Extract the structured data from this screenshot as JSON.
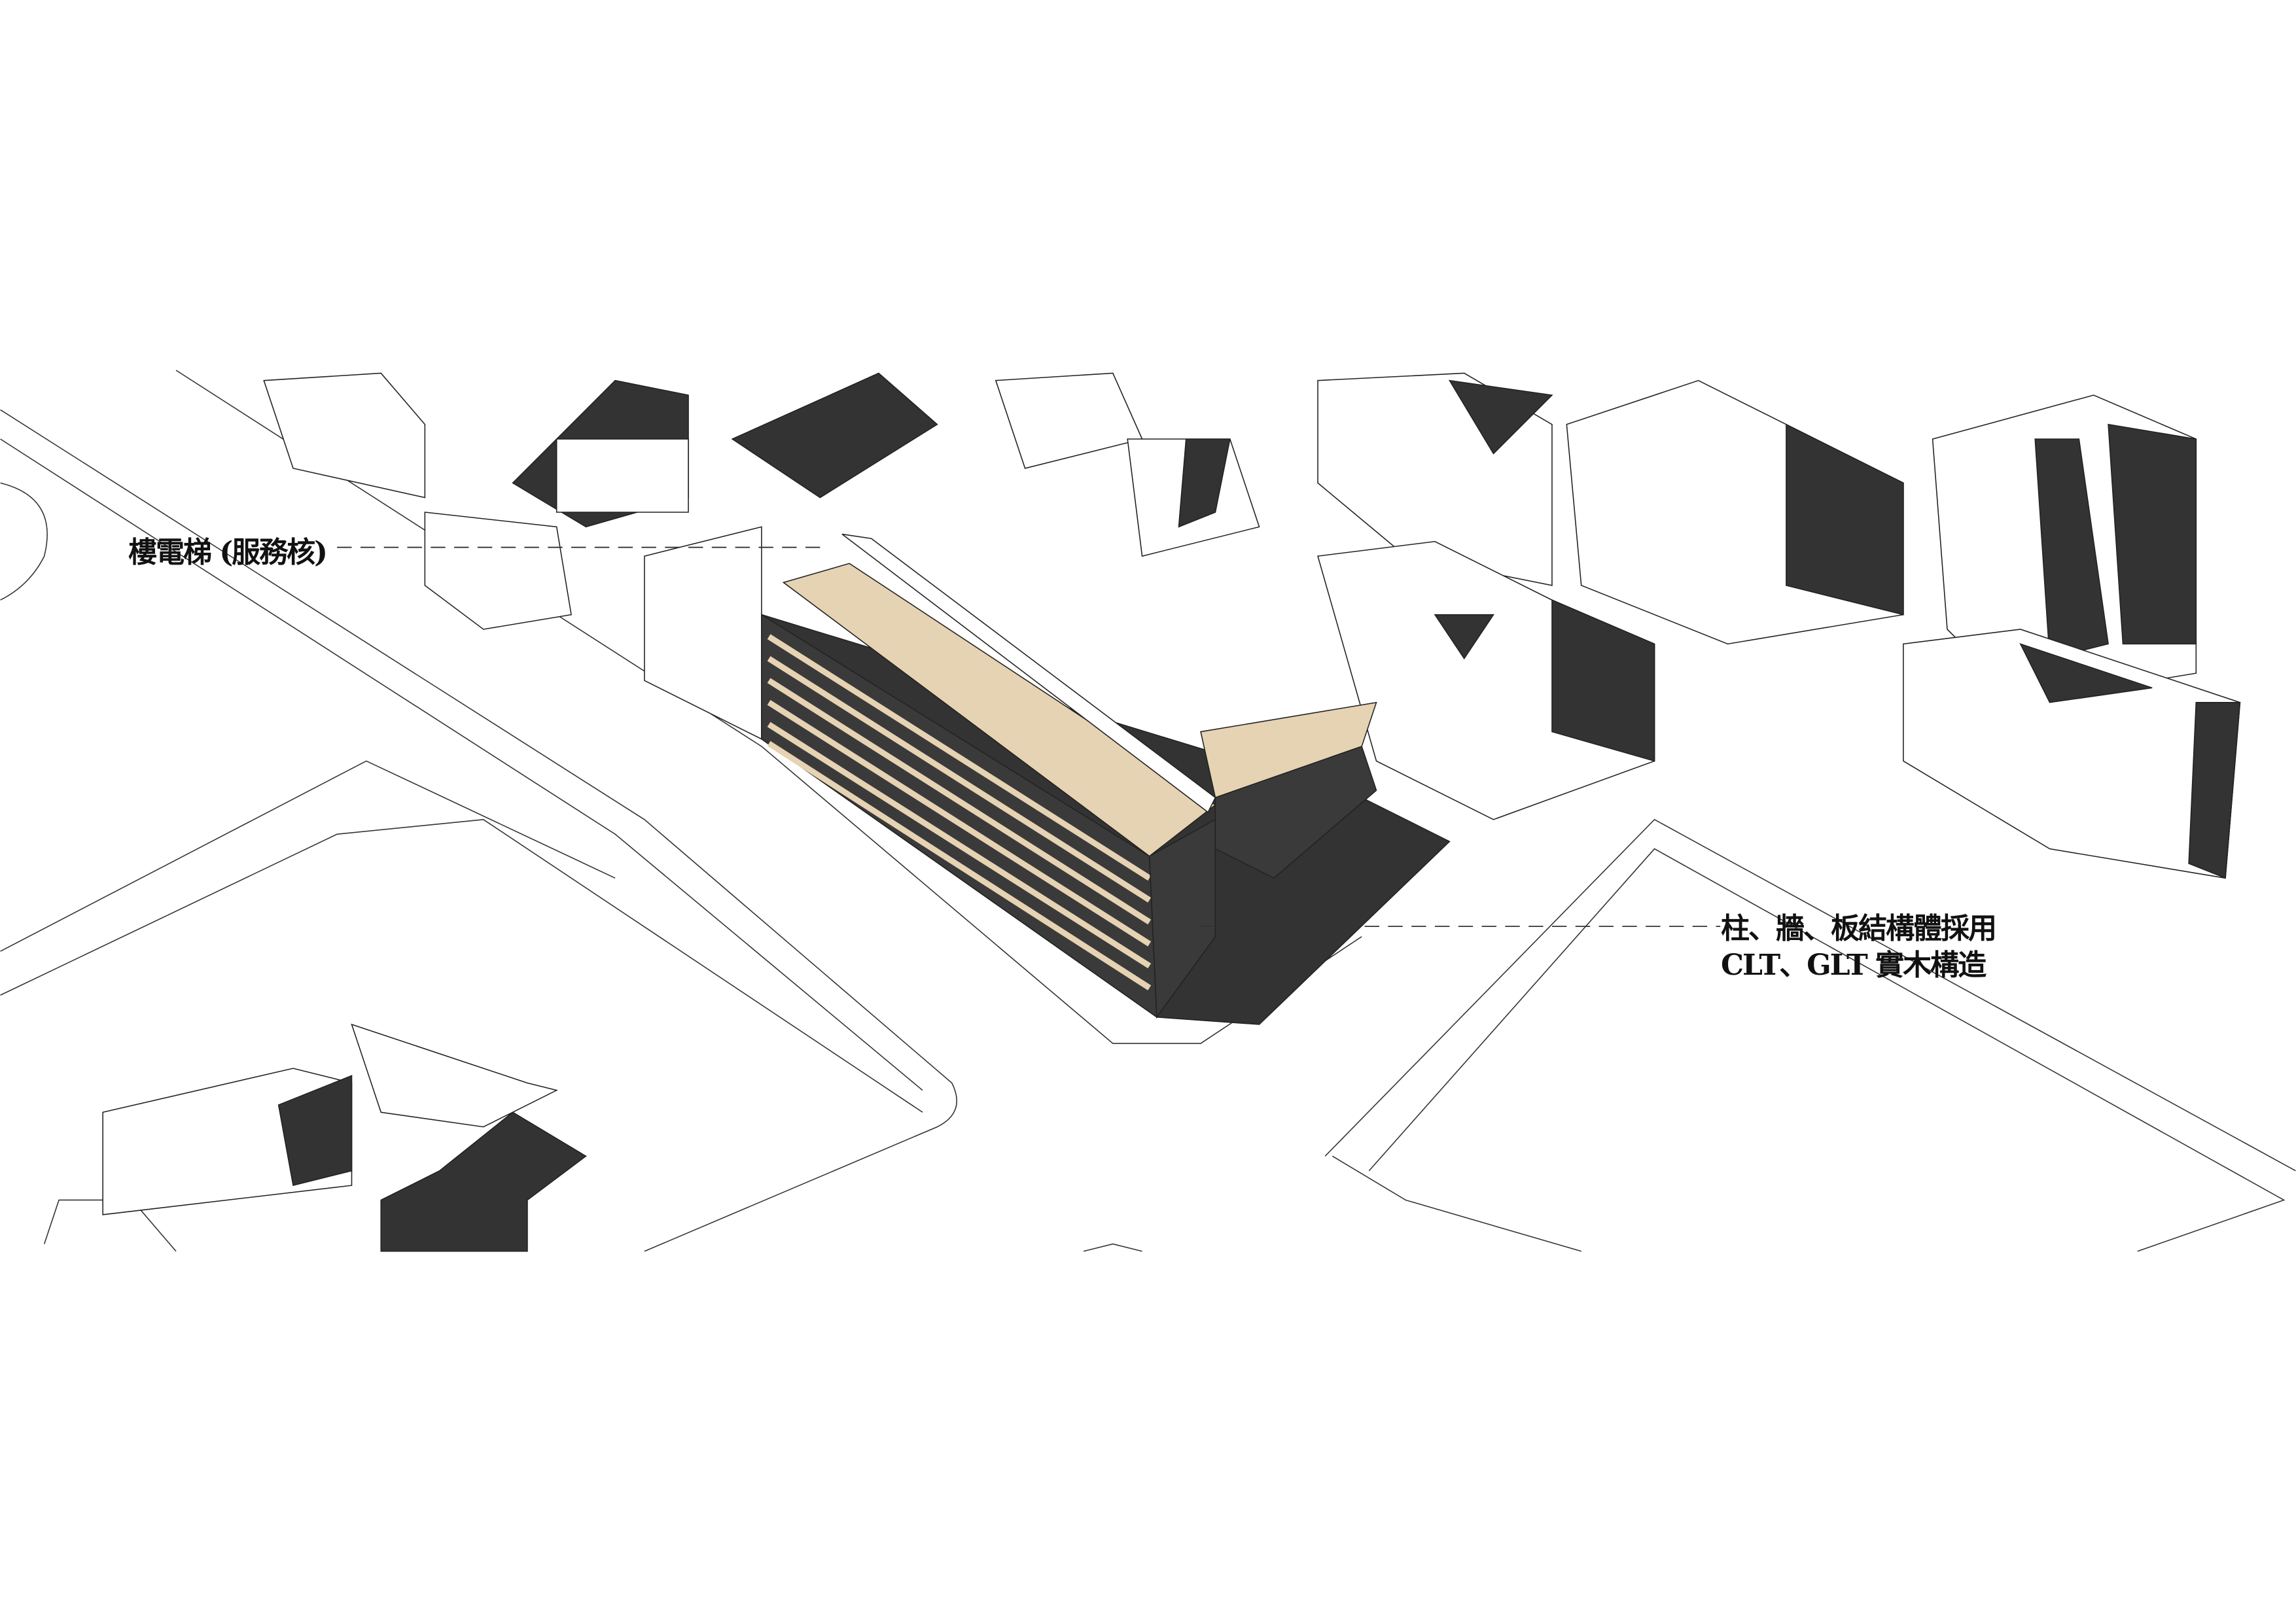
{
  "annotations": {
    "core": "樓電梯 (服務核)",
    "structure_line1": "柱、牆、板結構體採用",
    "structure_line2": "CLT、GLT 實木構造"
  },
  "colors": {
    "timber": "#e6d3b3",
    "shadow": "#333333",
    "line": "#222222"
  }
}
